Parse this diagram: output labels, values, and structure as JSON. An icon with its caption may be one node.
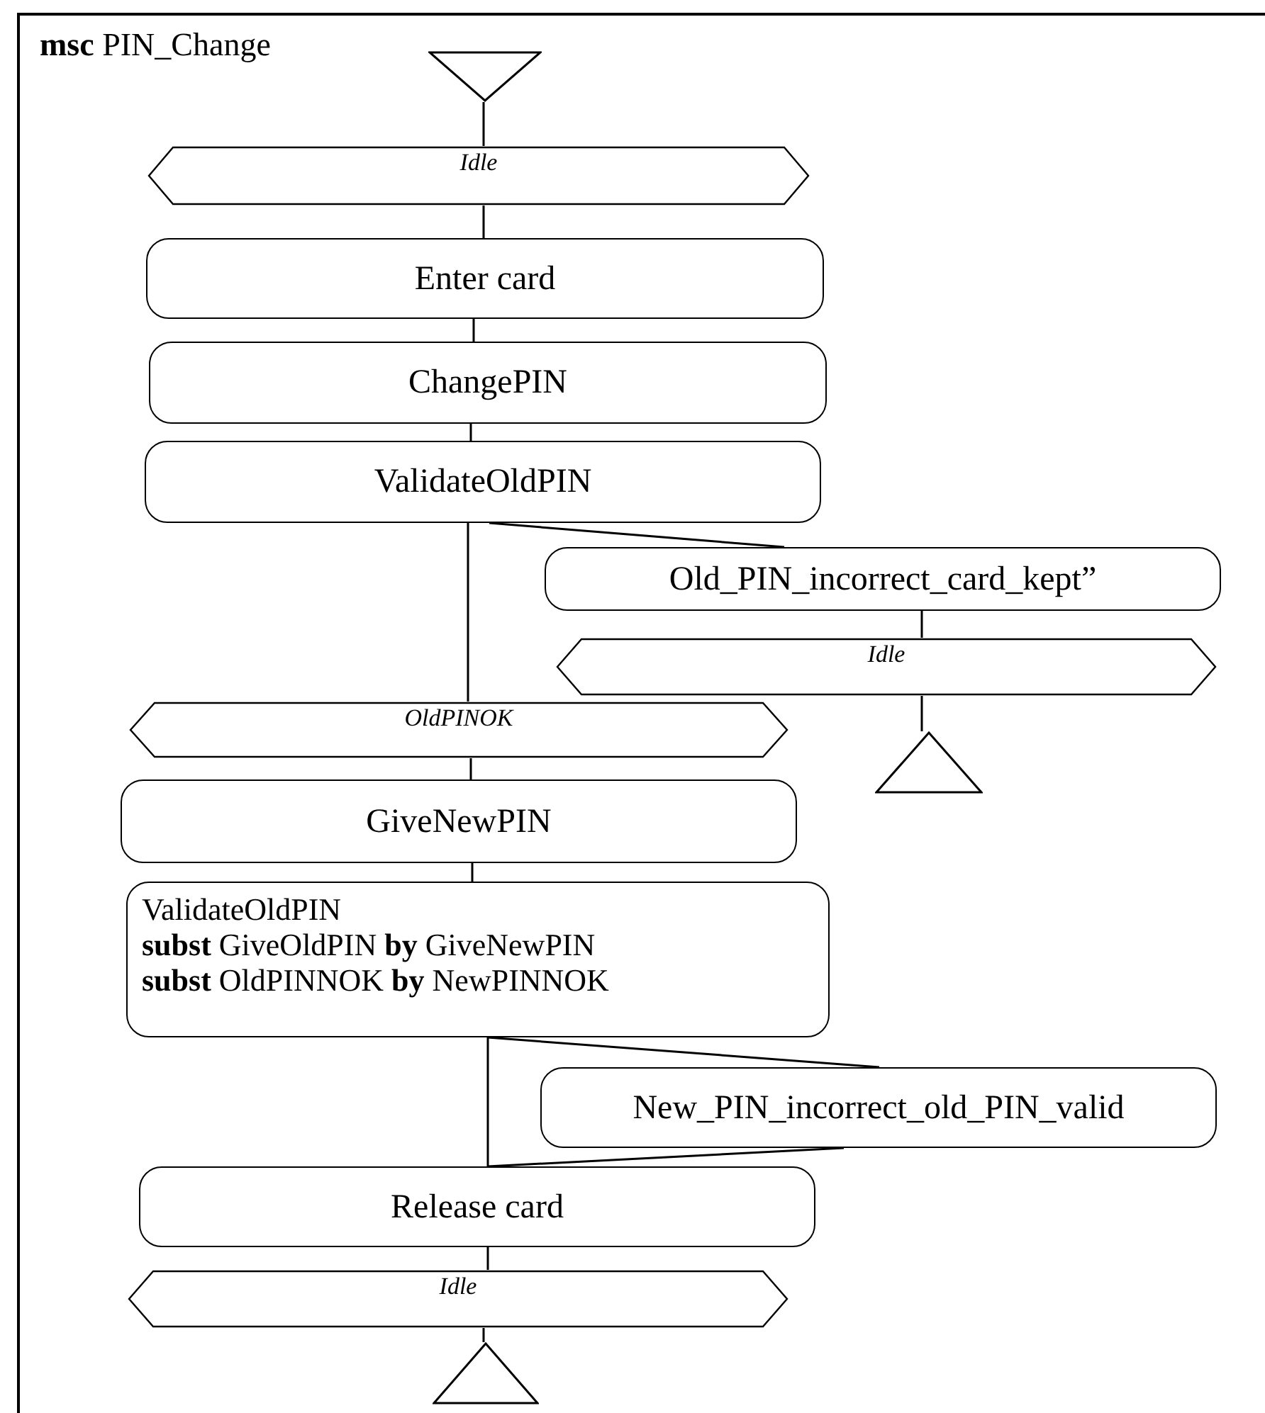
{
  "diagram": {
    "title": "**msc** PIN_Change",
    "nodes": [
      {
        "text": [],
        "shape": "triangle"
      },
      {
        "text": [
          "Idle"
        ]
      },
      {
        "text": [
          "Enter card"
        ]
      },
      {
        "text": [
          "ChangePIN"
        ]
      },
      {
        "text": [
          "ValidateOldPIN"
        ]
      },
      {
        "text": [
          "Old_PIN_incorrect_card_kept”"
        ]
      },
      {
        "text": [
          "Idle"
        ]
      },
      {
        "text": [],
        "shape": "triangle"
      },
      {
        "text": [
          "OldPINOK"
        ]
      },
      {
        "text": [
          "GiveNewPIN"
        ]
      },
      {
        "text": [
          "ValidateOldPIN",
          "**subst** GiveOldPIN **by** GiveNewPIN",
          "**subst** OldPINNOK **by** NewPINNOK"
        ]
      },
      {
        "text": [
          "New_PIN_incorrect_old_PIN_valid"
        ]
      },
      {
        "text": [
          "Release card"
        ]
      },
      {
        "text": [
          "Idle"
        ]
      },
      {
        "text": [],
        "shape": "triangle"
      }
    ],
    "edges": [
      {
        "from": 0,
        "to": 1,
        "arrow": "none"
      },
      {
        "from": 1,
        "to": 2,
        "arrow": "none"
      },
      {
        "from": 2,
        "to": 3,
        "arrow": "none"
      },
      {
        "from": 3,
        "to": 4,
        "arrow": "none"
      },
      {
        "from": 4,
        "to": 5,
        "arrow": "none"
      },
      {
        "from": 5,
        "to": 6,
        "arrow": "none"
      },
      {
        "from": 6,
        "to": 7,
        "arrow": "none"
      },
      {
        "from": 4,
        "to": 8,
        "arrow": "none"
      },
      {
        "from": 8,
        "to": 9,
        "arrow": "none"
      },
      {
        "from": 9,
        "to": 10,
        "arrow": "none"
      },
      {
        "from": 10,
        "to": 11,
        "arrow": "none"
      },
      {
        "from": 10,
        "to": 12,
        "arrow": "none"
      },
      {
        "from": 11,
        "to": 12,
        "arrow": "none"
      },
      {
        "from": 12,
        "to": 13,
        "arrow": "none"
      },
      {
        "from": 13,
        "to": 14,
        "arrow": "none"
      }
    ]
  }
}
